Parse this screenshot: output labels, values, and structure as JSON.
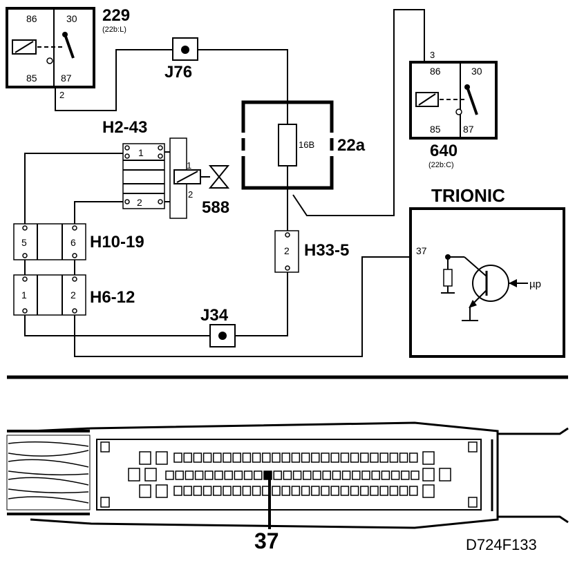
{
  "relay_229": {
    "id": "229",
    "sub": "(22b:L)",
    "pins": [
      "86",
      "30",
      "85",
      "87"
    ],
    "wire_label": "2"
  },
  "relay_640": {
    "id": "640",
    "sub": "(22b:C)",
    "pins": [
      "86",
      "30",
      "85",
      "87"
    ],
    "wire_label": "3"
  },
  "junctions": {
    "j76": "J76",
    "j34": "J34"
  },
  "fuse_box": {
    "id": "22a",
    "fuse": "16B"
  },
  "connectors": {
    "h2_43": {
      "id": "H2-43",
      "pins": [
        "1",
        "2"
      ]
    },
    "h10_19": {
      "id": "H10-19",
      "pins": [
        "5",
        "6"
      ]
    },
    "h6_12": {
      "id": "H6-12",
      "pins": [
        "1",
        "2"
      ]
    },
    "h33_5": {
      "id": "H33-5",
      "pin": "2"
    }
  },
  "valve": {
    "id": "588",
    "pins": [
      "1",
      "2"
    ]
  },
  "ecu": {
    "title": "TRIONIC",
    "pin": "37",
    "mu": "µp"
  },
  "ecu_connector": {
    "pin_callout": "37"
  },
  "drawing_code": "D724F133"
}
